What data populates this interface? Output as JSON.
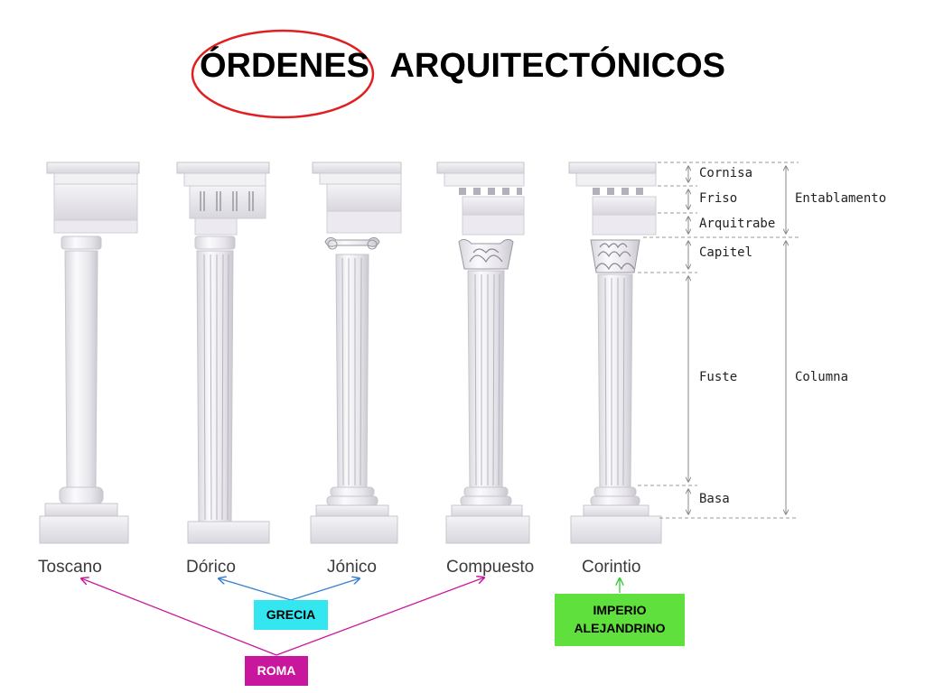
{
  "title": {
    "word1": "ÓRDENES",
    "word2": "ARQUITECTÓNICOS"
  },
  "orders": [
    {
      "name": "Toscano"
    },
    {
      "name": "Dórico"
    },
    {
      "name": "Jónico"
    },
    {
      "name": "Compuesto"
    },
    {
      "name": "Corintio"
    }
  ],
  "parts": {
    "cornisa": "Cornisa",
    "friso": "Friso",
    "arquitrabe": "Arquitrabe",
    "capitel": "Capitel",
    "fuste": "Fuste",
    "basa": "Basa"
  },
  "groups": {
    "entablamento": "Entablamento",
    "columna": "Columna"
  },
  "regions": {
    "grecia": "GRECIA",
    "roma": "ROMA",
    "imperio_line1": "IMPERIO",
    "imperio_line2": "ALEJANDRINO"
  },
  "colors": {
    "title_ellipse": "#e02020",
    "grecia_arrow": "#3a7fd0",
    "roma_arrow": "#c8179c",
    "imperio_arrow": "#3cc83c",
    "column_fill": "#ecebef",
    "guide_line": "#9a9a9a"
  }
}
